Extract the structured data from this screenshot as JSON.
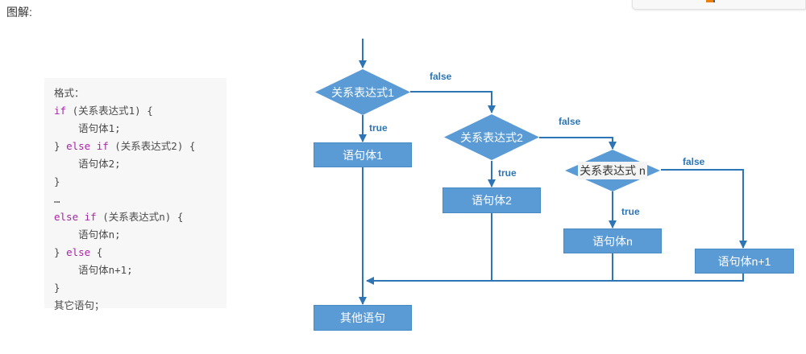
{
  "page": {
    "title": "图解:"
  },
  "clipped_panel": {
    "glyph_icon": "orange-marker-icon"
  },
  "code_block": {
    "lines": [
      {
        "text": "格式：",
        "type": "plain"
      },
      {
        "text": "if (关系表达式1) {",
        "type": "code"
      },
      {
        "text": "    语句体1;",
        "type": "plain"
      },
      {
        "text": "} else if (关系表达式2) {",
        "type": "code"
      },
      {
        "text": "    语句体2;",
        "type": "plain"
      },
      {
        "text": "}",
        "type": "plain"
      },
      {
        "text": "…",
        "type": "plain"
      },
      {
        "text": "else if (关系表达式n) {",
        "type": "code"
      },
      {
        "text": "    语句体n;",
        "type": "plain"
      },
      {
        "text": "} else {",
        "type": "code"
      },
      {
        "text": "    语句体n+1;",
        "type": "plain"
      },
      {
        "text": "}",
        "type": "plain"
      },
      {
        "text": "其它语句；",
        "type": "plain"
      }
    ],
    "keyword_color": "#a626a4",
    "background_color": "#f7f7f7"
  },
  "flowchart": {
    "node_fill": "#5b9bd5",
    "line_color": "#2e75b6",
    "label_color": "#2e75b6",
    "decisions": [
      {
        "id": "cond1",
        "label": "关系表达式1"
      },
      {
        "id": "cond2",
        "label": "关系表达式2"
      },
      {
        "id": "condn",
        "label": "关系表达式 n"
      }
    ],
    "processes": [
      {
        "id": "body1",
        "label": "语句体1"
      },
      {
        "id": "body2",
        "label": "语句体2"
      },
      {
        "id": "bodyn",
        "label": "语句体n"
      },
      {
        "id": "bodyn1",
        "label": "语句体n+1"
      },
      {
        "id": "after",
        "label": "其他语句"
      }
    ],
    "edge_labels": {
      "false1": "false",
      "true1": "true",
      "false2": "false",
      "true2": "true",
      "falsen": "false",
      "truen": "true"
    }
  }
}
